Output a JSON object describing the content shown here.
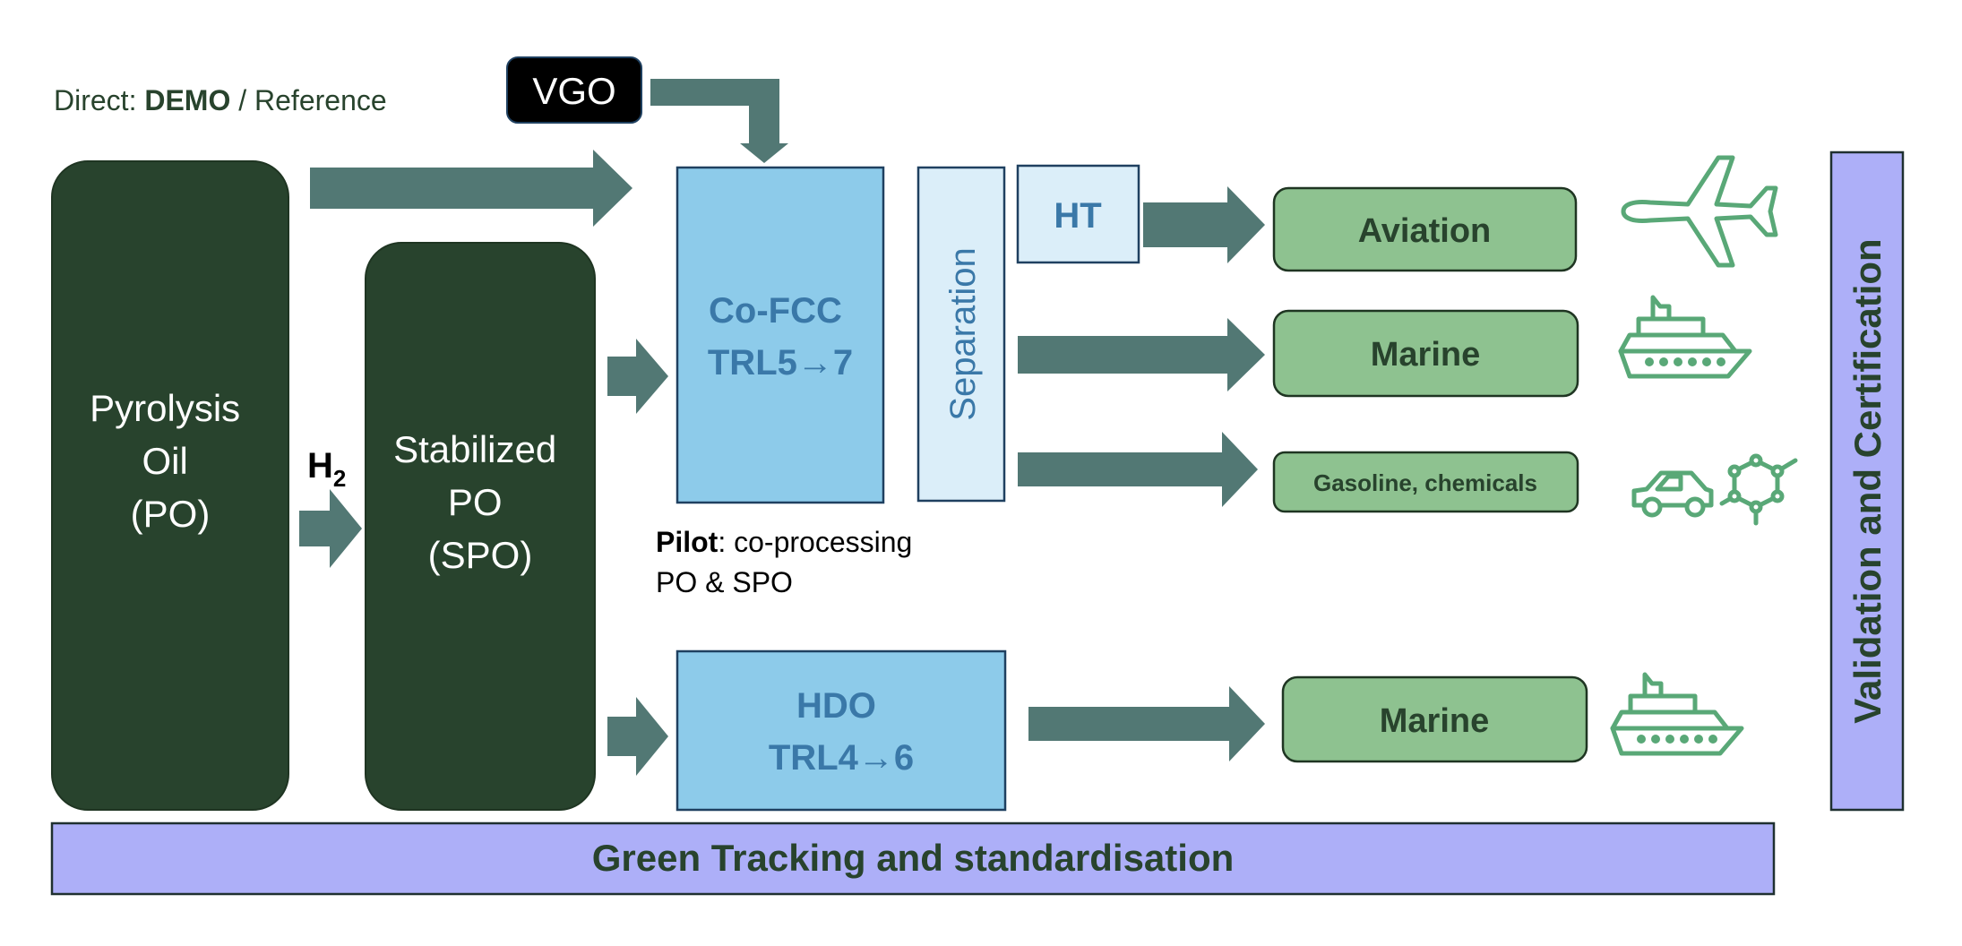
{
  "legend": {
    "prefix": "Direct: ",
    "demo": "DEMO",
    "suffix": " / Reference"
  },
  "vgo": "VGO",
  "h2": {
    "main": "H",
    "sub": "2"
  },
  "pyrolysis_oil": [
    "Pyrolysis",
    "Oil",
    "(PO)"
  ],
  "stabilized_po": [
    "Stabilized",
    "PO",
    "(SPO)"
  ],
  "co_fcc": [
    "Co-FCC",
    "TRL5→7"
  ],
  "separation": "Separation",
  "ht": "HT",
  "pilot": {
    "bold": "Pilot",
    "rest": ": co-processing",
    "line2": "PO & SPO"
  },
  "hdo": [
    "HDO",
    "TRL4→6"
  ],
  "outputs": {
    "aviation": "Aviation",
    "marine_top": "Marine",
    "gasoline": "Gasoline, chemicals",
    "marine_bottom": "Marine"
  },
  "validation": "Validation and Certification",
  "green_tracking": "Green Tracking and standardisation",
  "icons": [
    "airplane-icon",
    "ship-icon",
    "car-icon",
    "molecule-icon",
    "ship-icon"
  ],
  "colors": {
    "dark_green": "#28432d",
    "arrow": "#527874",
    "process_blue": "#8dcbea",
    "light_blue": "#dbeef9",
    "output_green": "#8ec290",
    "purple": "#adaff8",
    "text_blue": "#3a78a8",
    "text_green": "#28432d",
    "icon_green": "#59a877"
  }
}
